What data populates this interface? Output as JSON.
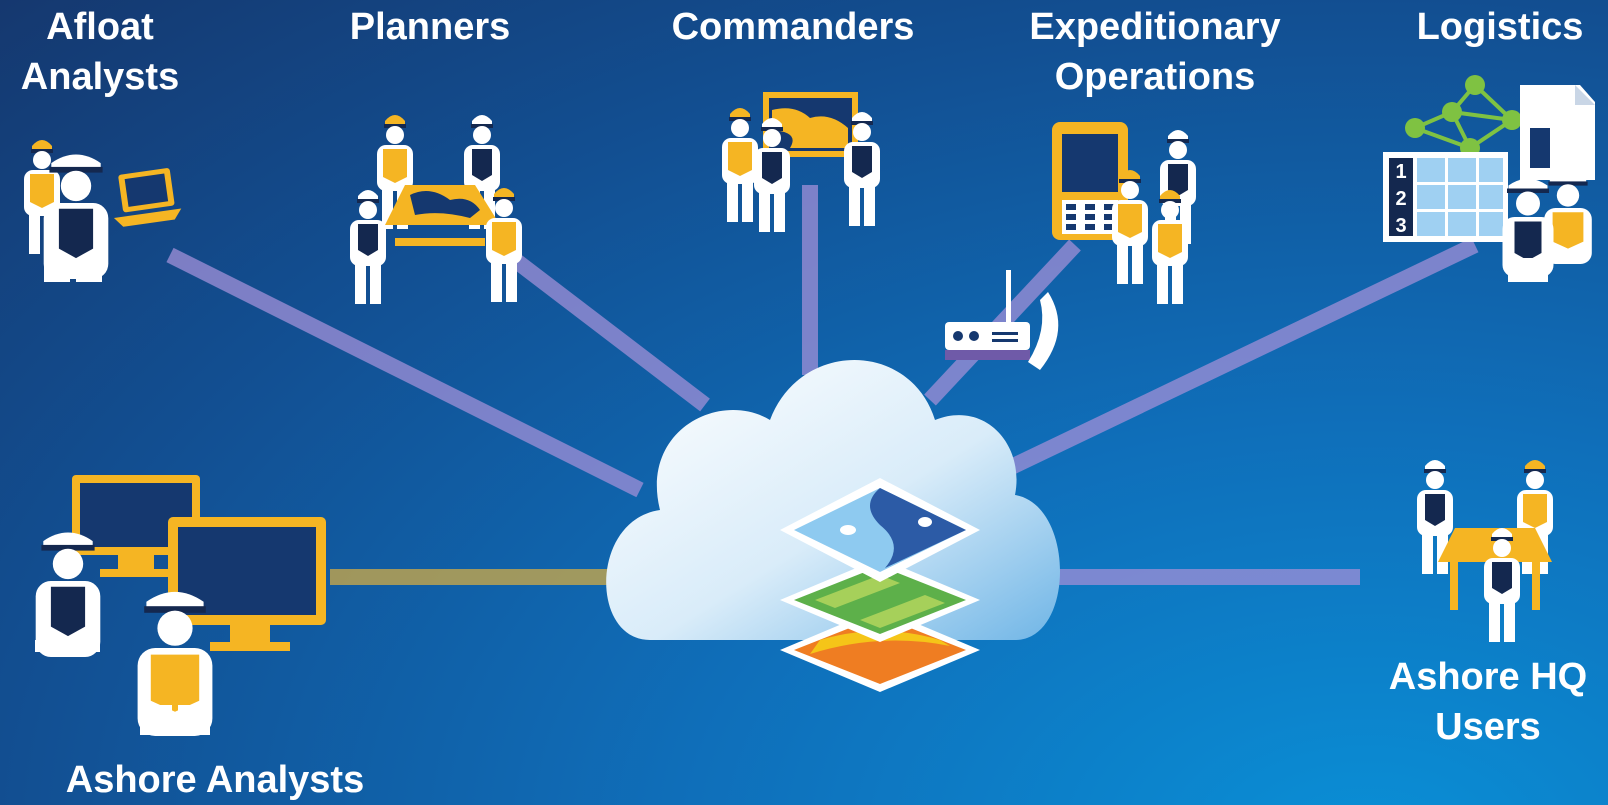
{
  "labels": {
    "afloat_line1": "Afloat",
    "afloat_line2": "Analysts",
    "planners": "Planners",
    "commanders": "Commanders",
    "expeditionary_line1": "Expeditionary",
    "expeditionary_line2": "Operations",
    "logistics": "Logistics",
    "ashore_hq_line1": "Ashore HQ",
    "ashore_hq_line2": "Users",
    "ashore_analysts": "Ashore Analysts"
  },
  "table_rows": [
    "1",
    "2",
    "3"
  ],
  "colors": {
    "background_dark": "#15386f",
    "background_light": "#0a8fd6",
    "accent_yellow": "#f5b523",
    "figure_white": "#ffffff",
    "figure_navy": "#14284f",
    "connector_purple": "#9b8ed6",
    "cloud": "#d9ecf9",
    "layer_water": "#8ecaf0",
    "layer_green": "#5db04a",
    "layer_orange": "#ef7d22",
    "logistics_green": "#7fc242"
  }
}
